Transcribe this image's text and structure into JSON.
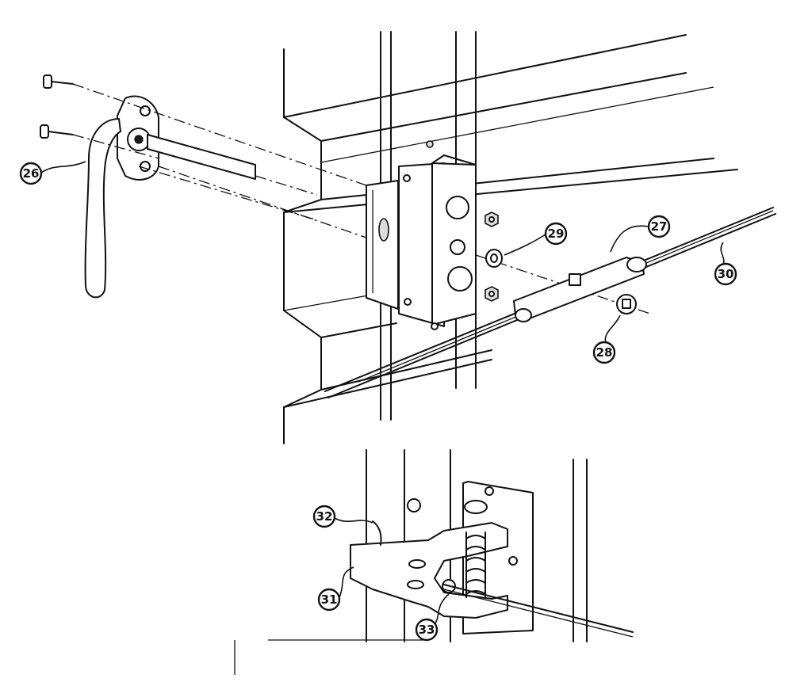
{
  "callouts": {
    "handle": "26",
    "cam_bar": "27",
    "square_washer": "28",
    "washer": "29",
    "lock_rod": "30",
    "latch_plate": "31",
    "rod_guide_clip": "32",
    "spring": "33"
  }
}
